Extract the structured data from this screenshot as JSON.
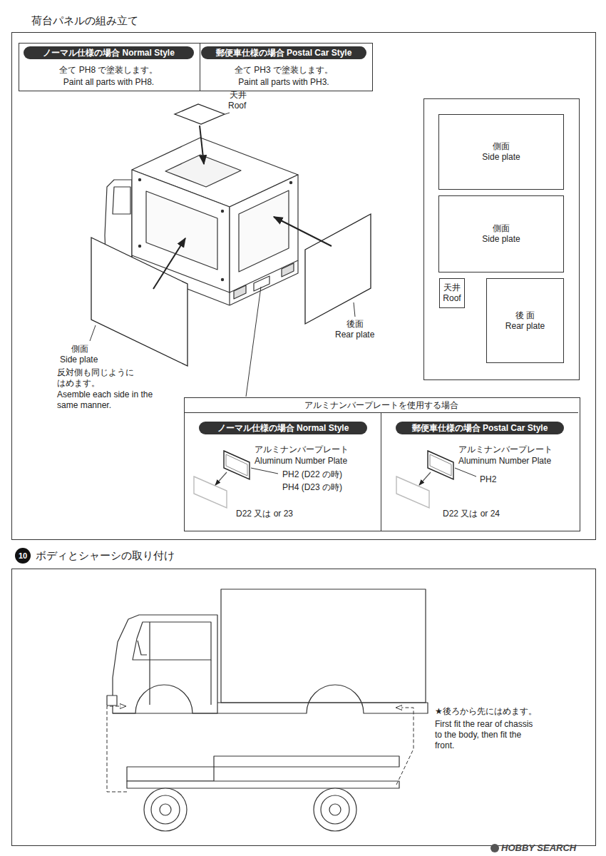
{
  "diagram": {
    "title": "荷台パネルの組み立て",
    "nodes": [
      {
        "text": [
          "ノーマル仕様の場合 Normal Style",
          "全て PH8 で塗装します。",
          "Paint all parts with PH8."
        ]
      },
      {
        "text": [
          "郵便車仕様の場合 Postal Car Style",
          "全て PH3 で塗装します。",
          "Paint all parts with PH3."
        ]
      },
      {
        "text": [
          "側面",
          "Side plate"
        ]
      },
      {
        "text": [
          "側面",
          "Side plate"
        ]
      },
      {
        "text": [
          "天井",
          "Roof"
        ]
      },
      {
        "text": [
          "後 面",
          "Rear plate"
        ]
      },
      {
        "text": [
          "アルミナンバープレートを使用する場合"
        ]
      },
      {
        "text": [
          "ノーマル仕様の場合 Normal Style",
          "アルミナンバープレート",
          "Aluminum Number Plate",
          "PH2 (D22 の時)",
          "PH4 (D23 の時)",
          "D22 又は or 23"
        ],
        "in": 6
      },
      {
        "text": [
          "郵便車仕様の場合 Postal Car Style",
          "アルミナンバープレート",
          "Aluminum Number Plate",
          "PH2",
          "D22 又は or 24"
        ],
        "in": 6
      }
    ],
    "labels": [
      "天井",
      "Roof",
      "側面",
      "Side plate",
      "反対側も同じように はめます。",
      "Asemble each side in the same manner.",
      "後面",
      "Rear plate",
      "10",
      "ボディとシャーシの取り付け",
      "★後ろから先にはめます。",
      "First fit the rear of chassis to the body, then fit the front.",
      "HOBBY SEARCH"
    ]
  }
}
